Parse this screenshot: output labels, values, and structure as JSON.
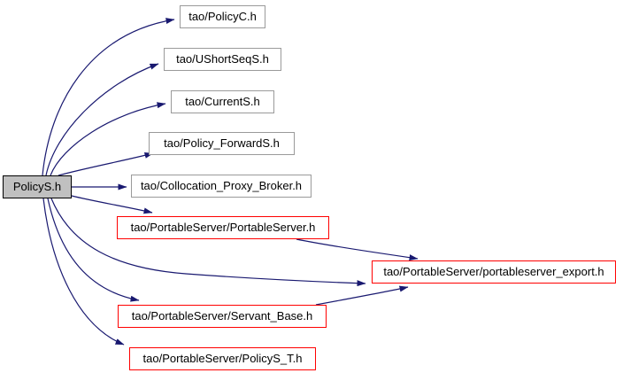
{
  "diagram": {
    "kind": "include-dependency-graph",
    "nodes": [
      {
        "id": "policys",
        "label": "PolicyS.h",
        "style": "root"
      },
      {
        "id": "policyc",
        "label": "tao/PolicyC.h",
        "style": "plain"
      },
      {
        "id": "ushortseqs",
        "label": "tao/UShortSeqS.h",
        "style": "plain"
      },
      {
        "id": "currents",
        "label": "tao/CurrentS.h",
        "style": "plain"
      },
      {
        "id": "policy_forwards",
        "label": "tao/Policy_ForwardS.h",
        "style": "plain"
      },
      {
        "id": "collocation_proxy",
        "label": "tao/Collocation_Proxy_Broker.h",
        "style": "plain"
      },
      {
        "id": "portableserver",
        "label": "tao/PortableServer/PortableServer.h",
        "style": "red"
      },
      {
        "id": "portableserver_export",
        "label": "tao/PortableServer/portableserver_export.h",
        "style": "red"
      },
      {
        "id": "servant_base",
        "label": "tao/PortableServer/Servant_Base.h",
        "style": "red"
      },
      {
        "id": "policys_t",
        "label": "tao/PortableServer/PolicyS_T.h",
        "style": "red"
      }
    ],
    "edges": [
      {
        "from": "policys",
        "to": "policyc"
      },
      {
        "from": "policys",
        "to": "ushortseqs"
      },
      {
        "from": "policys",
        "to": "currents"
      },
      {
        "from": "policys",
        "to": "policy_forwards"
      },
      {
        "from": "policys",
        "to": "collocation_proxy"
      },
      {
        "from": "policys",
        "to": "portableserver"
      },
      {
        "from": "policys",
        "to": "portableserver_export"
      },
      {
        "from": "policys",
        "to": "servant_base"
      },
      {
        "from": "policys",
        "to": "policys_t"
      },
      {
        "from": "portableserver",
        "to": "portableserver_export"
      },
      {
        "from": "servant_base",
        "to": "portableserver_export"
      }
    ]
  },
  "colors": {
    "edge": "#191970",
    "redBorder": "#ff0000",
    "plainBorder": "#9a9a9a",
    "rootFill": "#c0c0c0",
    "rootBorder": "#000000",
    "background": "#ffffff",
    "text": "#000000"
  }
}
